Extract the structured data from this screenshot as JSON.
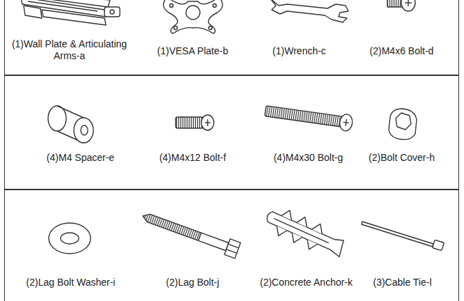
{
  "diagram": {
    "nodes": [
      {
        "text": [
          "(1)Wall Plate & Articulating Arms-a",
          "(1)VESA Plate-b",
          "(1)Wrench-c",
          "(2)M4x6 Bolt-d"
        ]
      },
      {
        "text": [
          "(4)M4 Spacer-e",
          "(4)M4x12 Bolt-f",
          "(4)M4x30 Bolt-g",
          "(2)Bolt Cover-h"
        ]
      },
      {
        "text": [
          "(2)Lag Bolt Washer-i",
          "(2)Lag Bolt-j",
          "(2)Concrete Anchor-k",
          "(3)Cable Tie-l"
        ]
      }
    ]
  }
}
